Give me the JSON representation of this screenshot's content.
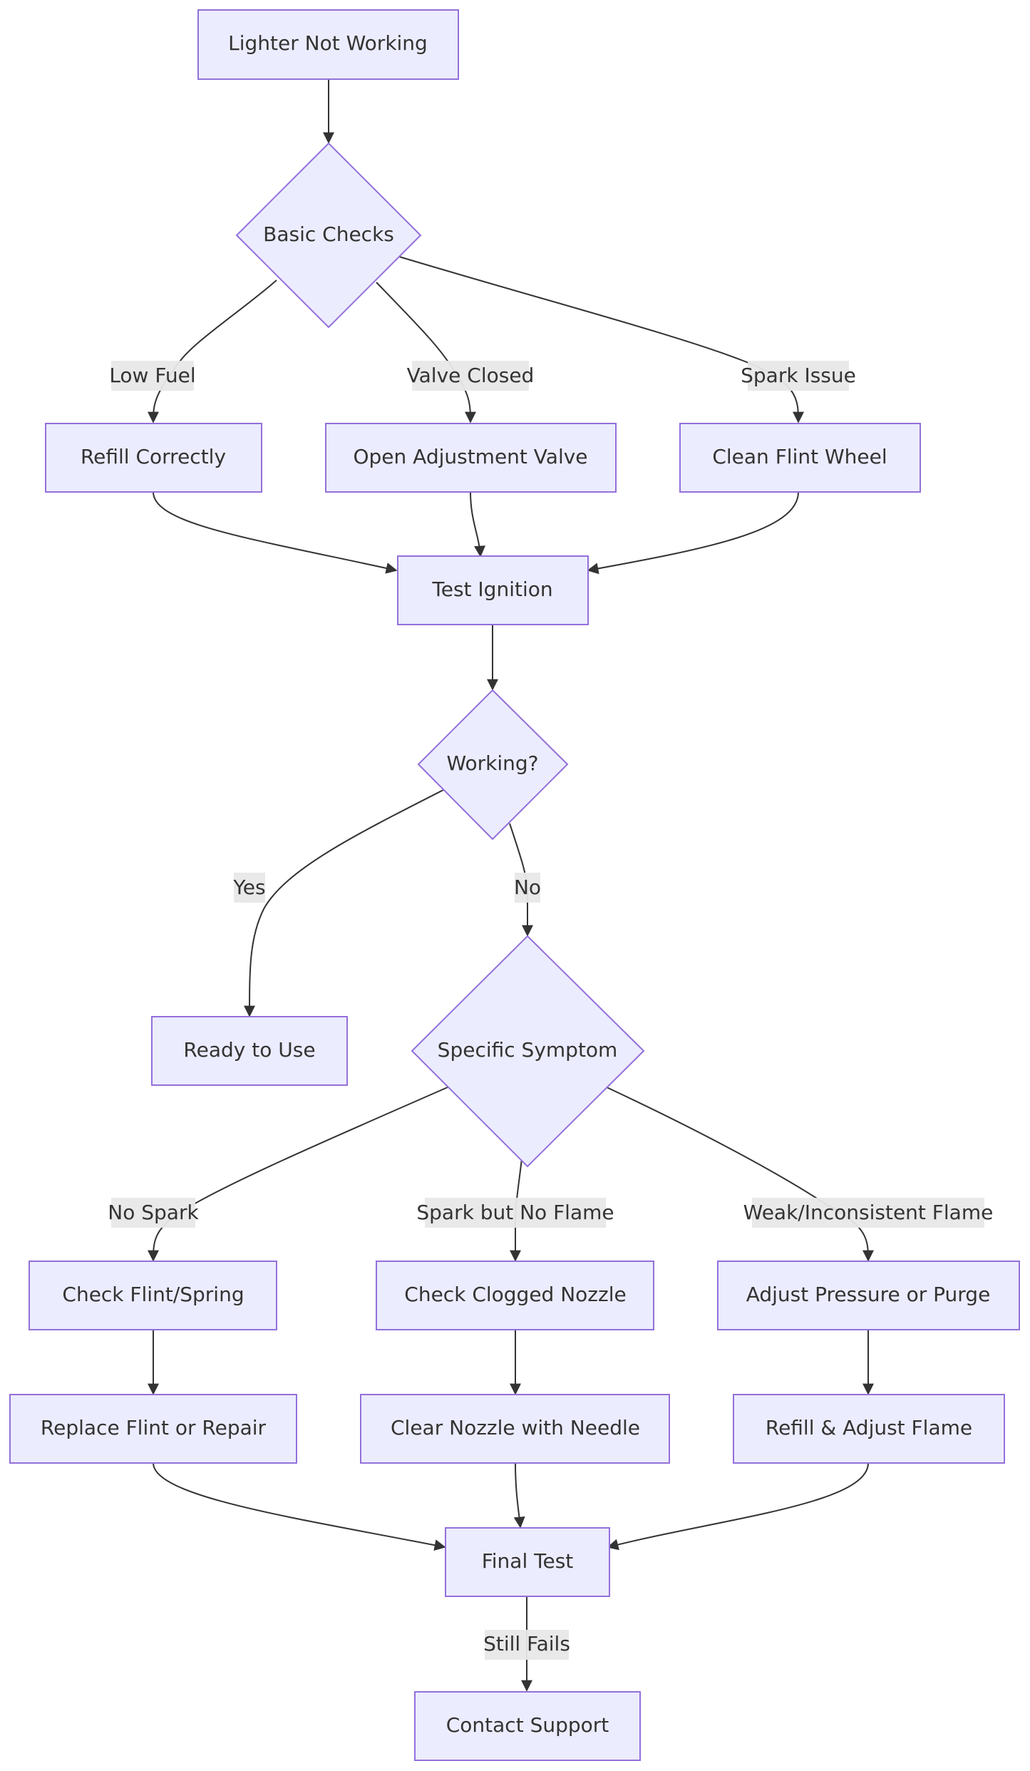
{
  "nodes": {
    "lighter_not_working": "Lighter Not Working",
    "basic_checks": "Basic Checks",
    "refill_correctly": "Refill Correctly",
    "open_adjustment_valve": "Open Adjustment Valve",
    "clean_flint_wheel": "Clean Flint Wheel",
    "test_ignition": "Test Ignition",
    "working": "Working?",
    "ready_to_use": "Ready to Use",
    "specific_symptom": "Specific Symptom",
    "check_flint_spring": "Check Flint/Spring",
    "check_clogged_nozzle": "Check Clogged Nozzle",
    "adjust_pressure_or_purge": "Adjust Pressure or Purge",
    "replace_flint_or_repair": "Replace Flint or Repair",
    "clear_nozzle_with_needle": "Clear Nozzle with Needle",
    "refill_adjust_flame": "Refill & Adjust Flame",
    "final_test": "Final Test",
    "contact_support": "Contact Support"
  },
  "edge_labels": {
    "low_fuel": "Low Fuel",
    "valve_closed": "Valve Closed",
    "spark_issue": "Spark Issue",
    "yes": "Yes",
    "no": "No",
    "no_spark": "No Spark",
    "spark_but_no_flame": "Spark but No Flame",
    "weak_inconsistent_flame": "Weak/Inconsistent Flame",
    "still_fails": "Still Fails"
  },
  "colors": {
    "node_fill": "#ECECFF",
    "node_stroke": "#9370DB",
    "edge": "#333333",
    "label_bg": "#E8E8E8"
  }
}
